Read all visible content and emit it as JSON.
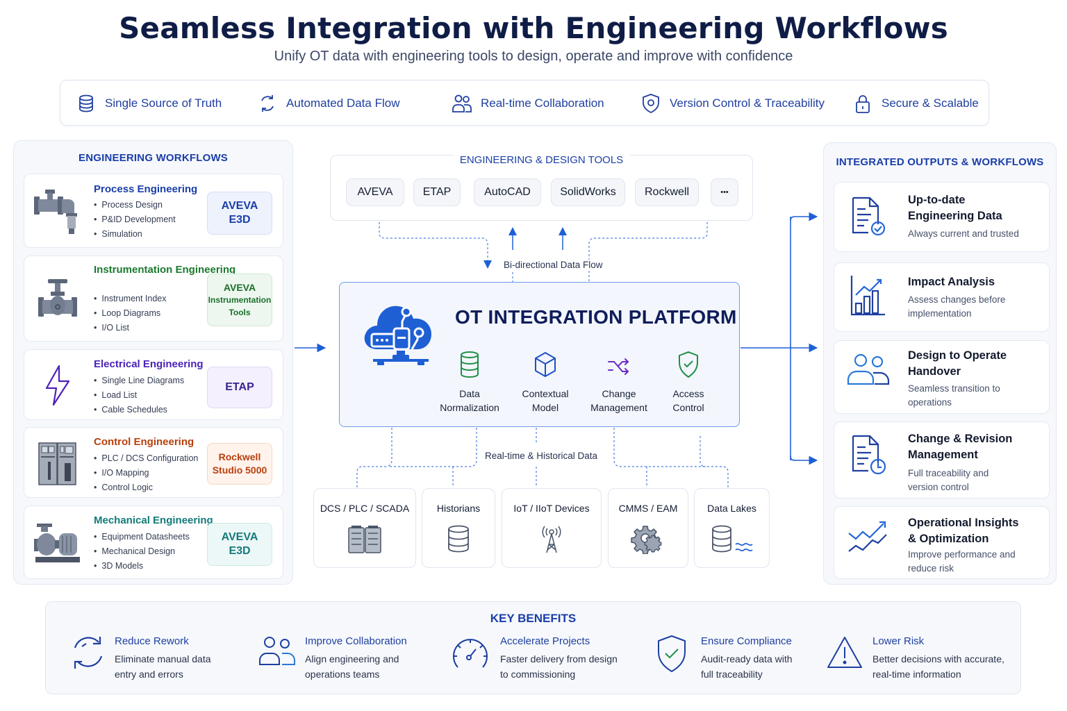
{
  "header": {
    "title": "Seamless Integration with Engineering Workflows",
    "subtitle": "Unify OT data with engineering tools to design, operate and improve with confidence"
  },
  "features": [
    {
      "icon": "database-icon",
      "label": "Single Source of Truth"
    },
    {
      "icon": "refresh-icon",
      "label": "Automated Data Flow"
    },
    {
      "icon": "users-icon",
      "label": "Real-time Collaboration"
    },
    {
      "icon": "shield-icon",
      "label": "Version Control & Traceability"
    },
    {
      "icon": "lock-icon",
      "label": "Secure & Scalable"
    }
  ],
  "workflows": {
    "title": "ENGINEERING WORKFLOWS",
    "items": [
      {
        "icon": "pipe-fitting-icon",
        "name": "Process Engineering",
        "color": "#1a3ea8",
        "bullets": [
          "Process Design",
          "P&ID Development",
          "Simulation"
        ],
        "tool": [
          "AVEVA",
          "E3D"
        ]
      },
      {
        "icon": "valve-icon",
        "name": "Instrumentation Engineering",
        "color": "#1b7a2e",
        "bullets": [
          "Instrument Index",
          "Loop Diagrams",
          "I/O List"
        ],
        "tool": [
          "AVEVA",
          "Instrumentation",
          "Tools"
        ]
      },
      {
        "icon": "lightning-icon",
        "name": "Electrical Engineering",
        "color": "#4b22b8",
        "bullets": [
          "Single Line Diagrams",
          "Load List",
          "Cable Schedules"
        ],
        "tool": [
          "ETAP"
        ]
      },
      {
        "icon": "control-cabinet-icon",
        "name": "Control Engineering",
        "color": "#b8400d",
        "bullets": [
          "PLC / DCS Configuration",
          "I/O Mapping",
          "Control Logic"
        ],
        "tool": [
          "Rockwell",
          "Studio 5000"
        ]
      },
      {
        "icon": "pump-icon",
        "name": "Mechanical Engineering",
        "color": "#137a7a",
        "bullets": [
          "Equipment Datasheets",
          "Mechanical Design",
          "3D Models"
        ],
        "tool": [
          "AVEVA",
          "E3D"
        ]
      }
    ]
  },
  "tools": {
    "title": "ENGINEERING & DESIGN TOOLS",
    "items": [
      "AVEVA",
      "ETAP",
      "AutoCAD",
      "SolidWorks",
      "Rockwell",
      "•••"
    ]
  },
  "flows": {
    "bidirectional": "Bi-directional Data Flow",
    "realtime": "Real-time & Historical Data"
  },
  "platform": {
    "title": "OT INTEGRATION PLATFORM",
    "capabilities": [
      {
        "icon": "database-icon",
        "label": [
          "Data",
          "Normalization"
        ]
      },
      {
        "icon": "cube-icon",
        "label": [
          "Contextual",
          "Model"
        ]
      },
      {
        "icon": "shuffle-icon",
        "label": [
          "Change",
          "Management"
        ]
      },
      {
        "icon": "shield-check-icon",
        "label": [
          "Access",
          "Control"
        ]
      }
    ]
  },
  "sources": [
    {
      "icon": "server-rack-icon",
      "label": "DCS / PLC / SCADA"
    },
    {
      "icon": "database-icon",
      "label": "Historians"
    },
    {
      "icon": "antenna-icon",
      "label": "IoT / IIoT Devices"
    },
    {
      "icon": "gears-icon",
      "label": "CMMS / EAM"
    },
    {
      "icon": "data-lake-icon",
      "label": "Data Lakes"
    }
  ],
  "outputs": {
    "title": "INTEGRATED OUTPUTS & WORKFLOWS",
    "items": [
      {
        "icon": "document-check-icon",
        "title": [
          "Up-to-date",
          "Engineering Data"
        ],
        "desc": [
          "Always current and trusted"
        ]
      },
      {
        "icon": "bar-chart-trend-icon",
        "title": [
          "Impact Analysis"
        ],
        "desc": [
          "Assess changes before",
          "implementation"
        ]
      },
      {
        "icon": "users-icon",
        "title": [
          "Design to Operate",
          "Handover"
        ],
        "desc": [
          "Seamless transition to",
          "operations"
        ]
      },
      {
        "icon": "document-clock-icon",
        "title": [
          "Change & Revision",
          "Management"
        ],
        "desc": [
          "Full traceability and",
          "version control"
        ]
      },
      {
        "icon": "trend-lines-icon",
        "title": [
          "Operational Insights",
          "& Optimization"
        ],
        "desc": [
          "Improve performance and",
          "reduce risk"
        ]
      }
    ]
  },
  "benefits": {
    "title": "KEY BENEFITS",
    "items": [
      {
        "icon": "refresh-icon",
        "title": "Reduce Rework",
        "desc": [
          "Eliminate manual data",
          "entry and errors"
        ]
      },
      {
        "icon": "users-icon",
        "title": "Improve Collaboration",
        "desc": [
          "Align engineering and",
          "operations teams"
        ]
      },
      {
        "icon": "speedometer-icon",
        "title": "Accelerate Projects",
        "desc": [
          "Faster delivery from design",
          "to commissioning"
        ]
      },
      {
        "icon": "shield-check-icon",
        "title": "Ensure Compliance",
        "desc": [
          "Audit-ready data with",
          "full traceability"
        ]
      },
      {
        "icon": "warning-icon",
        "title": "Lower Risk",
        "desc": [
          "Better decisions with accurate,",
          "real-time information"
        ]
      }
    ]
  },
  "colors": {
    "accent": "#1a3ea8",
    "connector": "#1d5fd6",
    "title": "#0f1d46"
  }
}
